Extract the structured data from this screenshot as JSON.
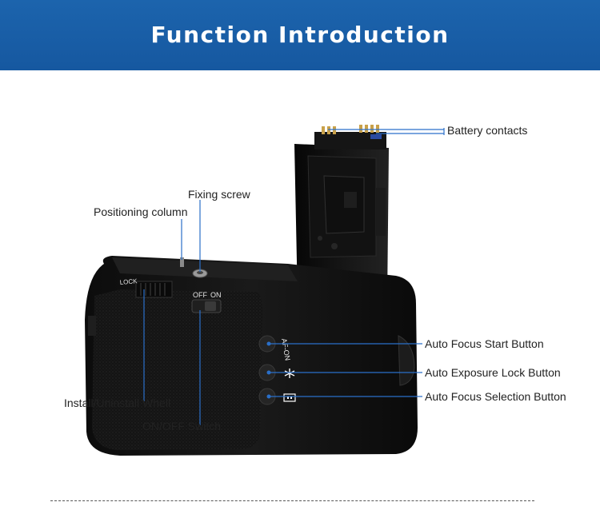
{
  "banner": {
    "title": "Function Introduction",
    "color": "#1a5fa8"
  },
  "callout_color": "#2a6fc9",
  "callouts": {
    "battery_contacts": "Battery contacts",
    "fixing_screw": "Fixing screw",
    "positioning_column": "Positioning column",
    "install_wheel": "Install/Uninstall Whell",
    "on_off_switch": "ON/OFF Switch",
    "af_start": "Auto Focus Start Button",
    "ae_lock": "Auto Exposure Lock Button",
    "af_selection": "Auto Focus Selection Button"
  },
  "grip_markings": {
    "lock": "LOCK",
    "off": "OFF",
    "on": "ON",
    "af_on": "AF-ON"
  }
}
